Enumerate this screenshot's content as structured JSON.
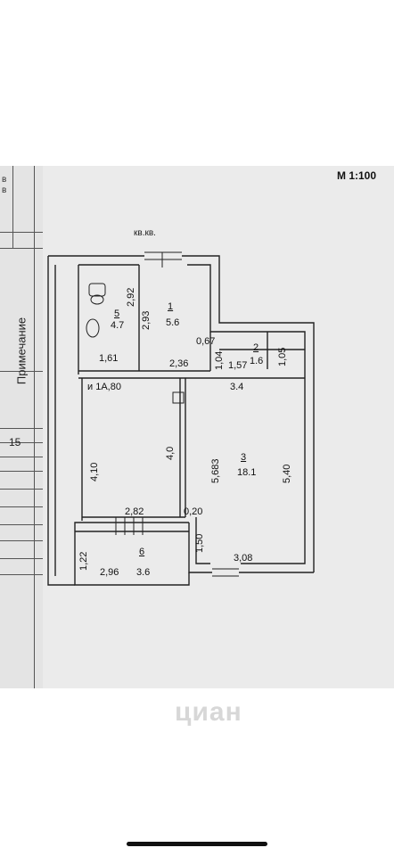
{
  "sheet": {
    "scale": "М 1:100",
    "top_mark": "кв.кв.",
    "note_label": "Примечание",
    "row_number": "15",
    "corner_text": "в\nв"
  },
  "rooms": [
    {
      "number": "5",
      "area": "4.7"
    },
    {
      "number": "1",
      "area": "5.6"
    },
    {
      "number": "2",
      "area": "1.6"
    },
    {
      "number": "3",
      "area": "18.1"
    },
    {
      "number": "6",
      "area": "3.6"
    }
  ],
  "dimensions": {
    "d292": "2,92",
    "d293": "2,93",
    "d161": "1,61",
    "d236": "2,36",
    "d067": "0,67",
    "d104": "1,04",
    "d157": "1,57",
    "d105": "1,05",
    "d180": "и 1А,80",
    "d34": "3.4",
    "d410": "4,10",
    "d40": "4,0",
    "d5683": "5,683",
    "d540": "5,40",
    "d282": "2,82",
    "d020": "0,20",
    "d122": "1,22",
    "d296": "2,96",
    "d150": "1,50",
    "d308": "3,08"
  },
  "watermark": "циан"
}
